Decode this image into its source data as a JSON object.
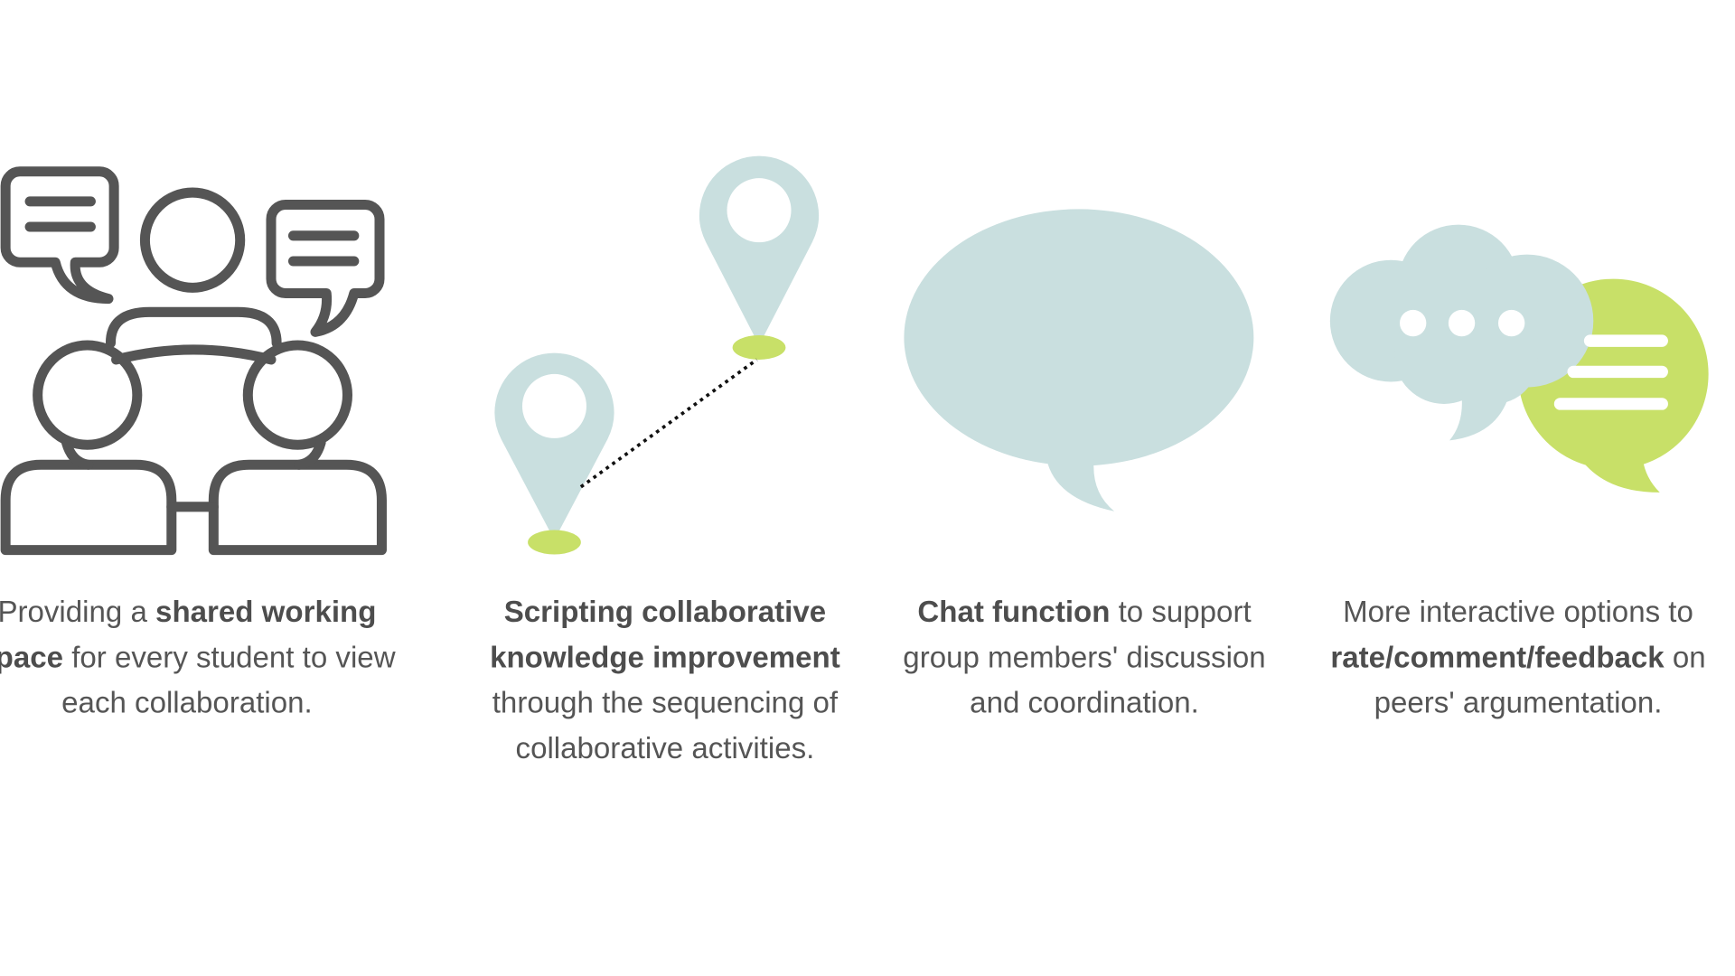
{
  "colors": {
    "gray": "#555555",
    "teal": "#c9dfdf",
    "green": "#c8e068"
  },
  "items": [
    {
      "icon": "group-discussion-icon",
      "pre": "Providing a ",
      "bold": "shared working space",
      "post": " for every student to view each collaboration."
    },
    {
      "icon": "map-pins-icon",
      "pre": "",
      "bold": "Scripting collaborative knowledge improvement",
      "post": " through the sequencing of collaborative activities."
    },
    {
      "icon": "speech-bubble-icon",
      "pre": "",
      "bold": "Chat function",
      "post": " to support group members' discussion and coordination."
    },
    {
      "icon": "chat-bubbles-icon",
      "pre": "More interactive options to ",
      "bold": "rate/comment/feedback",
      "post": " on peers' argumentation."
    }
  ]
}
